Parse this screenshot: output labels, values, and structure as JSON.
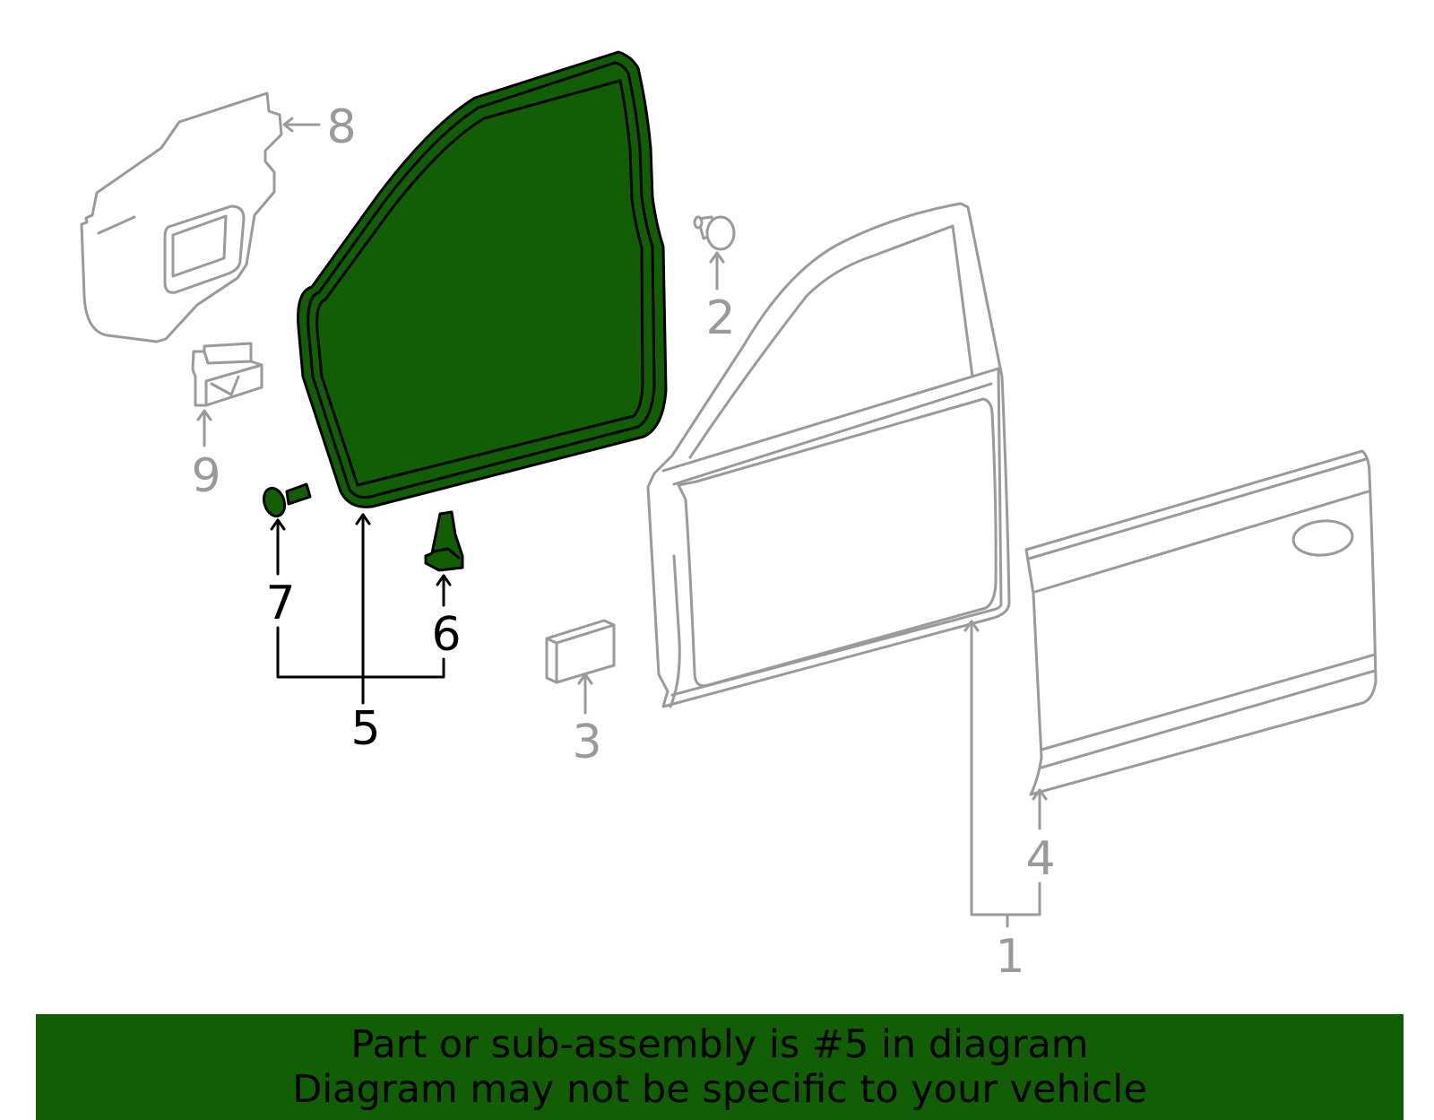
{
  "callouts": [
    {
      "id": "1",
      "label": "1",
      "highlighted": false
    },
    {
      "id": "2",
      "label": "2",
      "highlighted": false
    },
    {
      "id": "3",
      "label": "3",
      "highlighted": false
    },
    {
      "id": "4",
      "label": "4",
      "highlighted": false
    },
    {
      "id": "5",
      "label": "5",
      "highlighted": true
    },
    {
      "id": "6",
      "label": "6",
      "highlighted": true
    },
    {
      "id": "7",
      "label": "7",
      "highlighted": true
    },
    {
      "id": "8",
      "label": "8",
      "highlighted": false
    },
    {
      "id": "9",
      "label": "9",
      "highlighted": false
    }
  ],
  "banner": {
    "line1": "Part or sub-assembly is #5 in diagram",
    "line2": "Diagram may not be specific to your vehicle"
  },
  "colors": {
    "highlight": "#115e05",
    "part_outline": "#9a9a9a",
    "highlight_outline": "#000000"
  }
}
